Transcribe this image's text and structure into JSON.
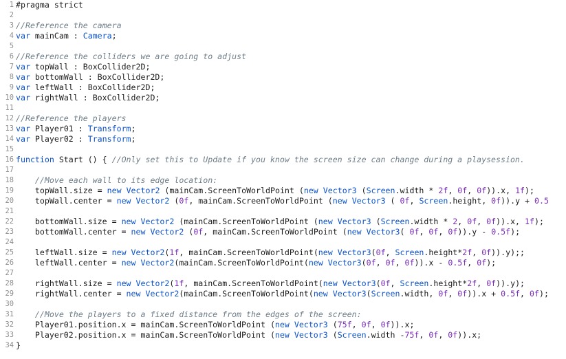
{
  "colors": {
    "keyword": "#0b51c9",
    "number": "#7a2bb8",
    "comment": "#6e7d88",
    "plain": "#1a1a1a",
    "line_number": "#8c8c8c",
    "background": "#ffffff"
  },
  "lines": [
    {
      "n": "1",
      "tokens": [
        {
          "t": "pl",
          "v": "#pragma strict"
        }
      ]
    },
    {
      "n": "2",
      "tokens": []
    },
    {
      "n": "3",
      "tokens": [
        {
          "t": "cm",
          "v": "//Reference the camera"
        }
      ]
    },
    {
      "n": "4",
      "tokens": [
        {
          "t": "kw",
          "v": "var"
        },
        {
          "t": "pl",
          "v": " mainCam : "
        },
        {
          "t": "ty",
          "v": "Camera"
        },
        {
          "t": "pl",
          "v": ";"
        }
      ]
    },
    {
      "n": "5",
      "tokens": []
    },
    {
      "n": "6",
      "tokens": [
        {
          "t": "cm",
          "v": "//Reference the colliders we are going to adjust"
        }
      ]
    },
    {
      "n": "7",
      "tokens": [
        {
          "t": "kw",
          "v": "var"
        },
        {
          "t": "pl",
          "v": " topWall : BoxCollider2D;"
        }
      ]
    },
    {
      "n": "8",
      "tokens": [
        {
          "t": "kw",
          "v": "var"
        },
        {
          "t": "pl",
          "v": " bottomWall : BoxCollider2D;"
        }
      ]
    },
    {
      "n": "9",
      "tokens": [
        {
          "t": "kw",
          "v": "var"
        },
        {
          "t": "pl",
          "v": " leftWall : BoxCollider2D;"
        }
      ]
    },
    {
      "n": "10",
      "tokens": [
        {
          "t": "kw",
          "v": "var"
        },
        {
          "t": "pl",
          "v": " rightWall : BoxCollider2D;"
        }
      ]
    },
    {
      "n": "11",
      "tokens": []
    },
    {
      "n": "12",
      "tokens": [
        {
          "t": "cm",
          "v": "//Reference the players"
        }
      ]
    },
    {
      "n": "13",
      "tokens": [
        {
          "t": "kw",
          "v": "var"
        },
        {
          "t": "pl",
          "v": " Player01 : "
        },
        {
          "t": "ty",
          "v": "Transform"
        },
        {
          "t": "pl",
          "v": ";"
        }
      ]
    },
    {
      "n": "14",
      "tokens": [
        {
          "t": "kw",
          "v": "var"
        },
        {
          "t": "pl",
          "v": " Player02 : "
        },
        {
          "t": "ty",
          "v": "Transform"
        },
        {
          "t": "pl",
          "v": ";"
        }
      ]
    },
    {
      "n": "15",
      "tokens": []
    },
    {
      "n": "16",
      "tokens": [
        {
          "t": "kw",
          "v": "function"
        },
        {
          "t": "pl",
          "v": " Start () { "
        },
        {
          "t": "cm",
          "v": "//Only set this to Update if you know the screen size can change during a playsession."
        }
      ]
    },
    {
      "n": "17",
      "tokens": []
    },
    {
      "n": "18",
      "tokens": [
        {
          "t": "pl",
          "v": "    "
        },
        {
          "t": "cm",
          "v": "//Move each wall to its edge location:"
        }
      ]
    },
    {
      "n": "19",
      "tokens": [
        {
          "t": "pl",
          "v": "    topWall.size = "
        },
        {
          "t": "kw",
          "v": "new"
        },
        {
          "t": "pl",
          "v": " "
        },
        {
          "t": "ty",
          "v": "Vector2"
        },
        {
          "t": "pl",
          "v": " (mainCam.ScreenToWorldPoint ("
        },
        {
          "t": "kw",
          "v": "new"
        },
        {
          "t": "pl",
          "v": " "
        },
        {
          "t": "ty",
          "v": "Vector3"
        },
        {
          "t": "pl",
          "v": " ("
        },
        {
          "t": "ty",
          "v": "Screen"
        },
        {
          "t": "pl",
          "v": ".width * "
        },
        {
          "t": "num",
          "v": "2f"
        },
        {
          "t": "pl",
          "v": ", "
        },
        {
          "t": "num",
          "v": "0f"
        },
        {
          "t": "pl",
          "v": ", "
        },
        {
          "t": "num",
          "v": "0f"
        },
        {
          "t": "pl",
          "v": ")).x, "
        },
        {
          "t": "num",
          "v": "1f"
        },
        {
          "t": "pl",
          "v": ");"
        }
      ]
    },
    {
      "n": "20",
      "tokens": [
        {
          "t": "pl",
          "v": "    topWall.center = "
        },
        {
          "t": "kw",
          "v": "new"
        },
        {
          "t": "pl",
          "v": " "
        },
        {
          "t": "ty",
          "v": "Vector2"
        },
        {
          "t": "pl",
          "v": " ("
        },
        {
          "t": "num",
          "v": "0f"
        },
        {
          "t": "pl",
          "v": ", mainCam.ScreenToWorldPoint ("
        },
        {
          "t": "kw",
          "v": "new"
        },
        {
          "t": "pl",
          "v": " "
        },
        {
          "t": "ty",
          "v": "Vector3"
        },
        {
          "t": "pl",
          "v": " ( "
        },
        {
          "t": "num",
          "v": "0f"
        },
        {
          "t": "pl",
          "v": ", "
        },
        {
          "t": "ty",
          "v": "Screen"
        },
        {
          "t": "pl",
          "v": ".height, "
        },
        {
          "t": "num",
          "v": "0f"
        },
        {
          "t": "pl",
          "v": ")).y + "
        },
        {
          "t": "num",
          "v": "0.5"
        }
      ]
    },
    {
      "n": "21",
      "tokens": []
    },
    {
      "n": "22",
      "tokens": [
        {
          "t": "pl",
          "v": "    bottomWall.size = "
        },
        {
          "t": "kw",
          "v": "new"
        },
        {
          "t": "pl",
          "v": " "
        },
        {
          "t": "ty",
          "v": "Vector2"
        },
        {
          "t": "pl",
          "v": " (mainCam.ScreenToWorldPoint ("
        },
        {
          "t": "kw",
          "v": "new"
        },
        {
          "t": "pl",
          "v": " "
        },
        {
          "t": "ty",
          "v": "Vector3"
        },
        {
          "t": "pl",
          "v": " ("
        },
        {
          "t": "ty",
          "v": "Screen"
        },
        {
          "t": "pl",
          "v": ".width * "
        },
        {
          "t": "num",
          "v": "2"
        },
        {
          "t": "pl",
          "v": ", "
        },
        {
          "t": "num",
          "v": "0f"
        },
        {
          "t": "pl",
          "v": ", "
        },
        {
          "t": "num",
          "v": "0f"
        },
        {
          "t": "pl",
          "v": ")).x, "
        },
        {
          "t": "num",
          "v": "1f"
        },
        {
          "t": "pl",
          "v": ");"
        }
      ]
    },
    {
      "n": "23",
      "tokens": [
        {
          "t": "pl",
          "v": "    bottomWall.center = "
        },
        {
          "t": "kw",
          "v": "new"
        },
        {
          "t": "pl",
          "v": " "
        },
        {
          "t": "ty",
          "v": "Vector2"
        },
        {
          "t": "pl",
          "v": " ("
        },
        {
          "t": "num",
          "v": "0f"
        },
        {
          "t": "pl",
          "v": ", mainCam.ScreenToWorldPoint ("
        },
        {
          "t": "kw",
          "v": "new"
        },
        {
          "t": "pl",
          "v": " "
        },
        {
          "t": "ty",
          "v": "Vector3"
        },
        {
          "t": "pl",
          "v": "( "
        },
        {
          "t": "num",
          "v": "0f"
        },
        {
          "t": "pl",
          "v": ", "
        },
        {
          "t": "num",
          "v": "0f"
        },
        {
          "t": "pl",
          "v": ", "
        },
        {
          "t": "num",
          "v": "0f"
        },
        {
          "t": "pl",
          "v": ")).y - "
        },
        {
          "t": "num",
          "v": "0.5f"
        },
        {
          "t": "pl",
          "v": ");"
        }
      ]
    },
    {
      "n": "24",
      "tokens": []
    },
    {
      "n": "25",
      "tokens": [
        {
          "t": "pl",
          "v": "    leftWall.size = "
        },
        {
          "t": "kw",
          "v": "new"
        },
        {
          "t": "pl",
          "v": " "
        },
        {
          "t": "ty",
          "v": "Vector2"
        },
        {
          "t": "pl",
          "v": "("
        },
        {
          "t": "num",
          "v": "1f"
        },
        {
          "t": "pl",
          "v": ", mainCam.ScreenToWorldPoint("
        },
        {
          "t": "kw",
          "v": "new"
        },
        {
          "t": "pl",
          "v": " "
        },
        {
          "t": "ty",
          "v": "Vector3"
        },
        {
          "t": "pl",
          "v": "("
        },
        {
          "t": "num",
          "v": "0f"
        },
        {
          "t": "pl",
          "v": ", "
        },
        {
          "t": "ty",
          "v": "Screen"
        },
        {
          "t": "pl",
          "v": ".height*"
        },
        {
          "t": "num",
          "v": "2f"
        },
        {
          "t": "pl",
          "v": ", "
        },
        {
          "t": "num",
          "v": "0f"
        },
        {
          "t": "pl",
          "v": ")).y);;"
        }
      ]
    },
    {
      "n": "26",
      "tokens": [
        {
          "t": "pl",
          "v": "    leftWall.center = "
        },
        {
          "t": "kw",
          "v": "new"
        },
        {
          "t": "pl",
          "v": " "
        },
        {
          "t": "ty",
          "v": "Vector2"
        },
        {
          "t": "pl",
          "v": "(mainCam.ScreenToWorldPoint("
        },
        {
          "t": "kw",
          "v": "new"
        },
        {
          "t": "pl",
          "v": " "
        },
        {
          "t": "ty",
          "v": "Vector3"
        },
        {
          "t": "pl",
          "v": "("
        },
        {
          "t": "num",
          "v": "0f"
        },
        {
          "t": "pl",
          "v": ", "
        },
        {
          "t": "num",
          "v": "0f"
        },
        {
          "t": "pl",
          "v": ", "
        },
        {
          "t": "num",
          "v": "0f"
        },
        {
          "t": "pl",
          "v": ")).x - "
        },
        {
          "t": "num",
          "v": "0.5f"
        },
        {
          "t": "pl",
          "v": ", "
        },
        {
          "t": "num",
          "v": "0f"
        },
        {
          "t": "pl",
          "v": ");"
        }
      ]
    },
    {
      "n": "27",
      "tokens": []
    },
    {
      "n": "28",
      "tokens": [
        {
          "t": "pl",
          "v": "    rightWall.size = "
        },
        {
          "t": "kw",
          "v": "new"
        },
        {
          "t": "pl",
          "v": " "
        },
        {
          "t": "ty",
          "v": "Vector2"
        },
        {
          "t": "pl",
          "v": "("
        },
        {
          "t": "num",
          "v": "1f"
        },
        {
          "t": "pl",
          "v": ", mainCam.ScreenToWorldPoint("
        },
        {
          "t": "kw",
          "v": "new"
        },
        {
          "t": "pl",
          "v": " "
        },
        {
          "t": "ty",
          "v": "Vector3"
        },
        {
          "t": "pl",
          "v": "("
        },
        {
          "t": "num",
          "v": "0f"
        },
        {
          "t": "pl",
          "v": ", "
        },
        {
          "t": "ty",
          "v": "Screen"
        },
        {
          "t": "pl",
          "v": ".height*"
        },
        {
          "t": "num",
          "v": "2f"
        },
        {
          "t": "pl",
          "v": ", "
        },
        {
          "t": "num",
          "v": "0f"
        },
        {
          "t": "pl",
          "v": ")).y);"
        }
      ]
    },
    {
      "n": "29",
      "tokens": [
        {
          "t": "pl",
          "v": "    rightWall.center = "
        },
        {
          "t": "kw",
          "v": "new"
        },
        {
          "t": "pl",
          "v": " "
        },
        {
          "t": "ty",
          "v": "Vector2"
        },
        {
          "t": "pl",
          "v": "(mainCam.ScreenToWorldPoint("
        },
        {
          "t": "kw",
          "v": "new"
        },
        {
          "t": "pl",
          "v": " "
        },
        {
          "t": "ty",
          "v": "Vector3"
        },
        {
          "t": "pl",
          "v": "("
        },
        {
          "t": "ty",
          "v": "Screen"
        },
        {
          "t": "pl",
          "v": ".width, "
        },
        {
          "t": "num",
          "v": "0f"
        },
        {
          "t": "pl",
          "v": ", "
        },
        {
          "t": "num",
          "v": "0f"
        },
        {
          "t": "pl",
          "v": ")).x + "
        },
        {
          "t": "num",
          "v": "0.5f"
        },
        {
          "t": "pl",
          "v": ", "
        },
        {
          "t": "num",
          "v": "0f"
        },
        {
          "t": "pl",
          "v": ");"
        }
      ]
    },
    {
      "n": "30",
      "tokens": []
    },
    {
      "n": "31",
      "tokens": [
        {
          "t": "pl",
          "v": "    "
        },
        {
          "t": "cm",
          "v": "//Move the players to a fixed distance from the edges of the screen:"
        }
      ]
    },
    {
      "n": "32",
      "tokens": [
        {
          "t": "pl",
          "v": "    Player01.position.x = mainCam.ScreenToWorldPoint ("
        },
        {
          "t": "kw",
          "v": "new"
        },
        {
          "t": "pl",
          "v": " "
        },
        {
          "t": "ty",
          "v": "Vector3"
        },
        {
          "t": "pl",
          "v": " ("
        },
        {
          "t": "num",
          "v": "75f"
        },
        {
          "t": "pl",
          "v": ", "
        },
        {
          "t": "num",
          "v": "0f"
        },
        {
          "t": "pl",
          "v": ", "
        },
        {
          "t": "num",
          "v": "0f"
        },
        {
          "t": "pl",
          "v": ")).x;"
        }
      ]
    },
    {
      "n": "33",
      "tokens": [
        {
          "t": "pl",
          "v": "    Player02.position.x = mainCam.ScreenToWorldPoint ("
        },
        {
          "t": "kw",
          "v": "new"
        },
        {
          "t": "pl",
          "v": " "
        },
        {
          "t": "ty",
          "v": "Vector3"
        },
        {
          "t": "pl",
          "v": " ("
        },
        {
          "t": "ty",
          "v": "Screen"
        },
        {
          "t": "pl",
          "v": ".width -"
        },
        {
          "t": "num",
          "v": "75f"
        },
        {
          "t": "pl",
          "v": ", "
        },
        {
          "t": "num",
          "v": "0f"
        },
        {
          "t": "pl",
          "v": ", "
        },
        {
          "t": "num",
          "v": "0f"
        },
        {
          "t": "pl",
          "v": ")).x;"
        }
      ]
    },
    {
      "n": "34",
      "tokens": [
        {
          "t": "pl",
          "v": "}"
        }
      ]
    }
  ]
}
